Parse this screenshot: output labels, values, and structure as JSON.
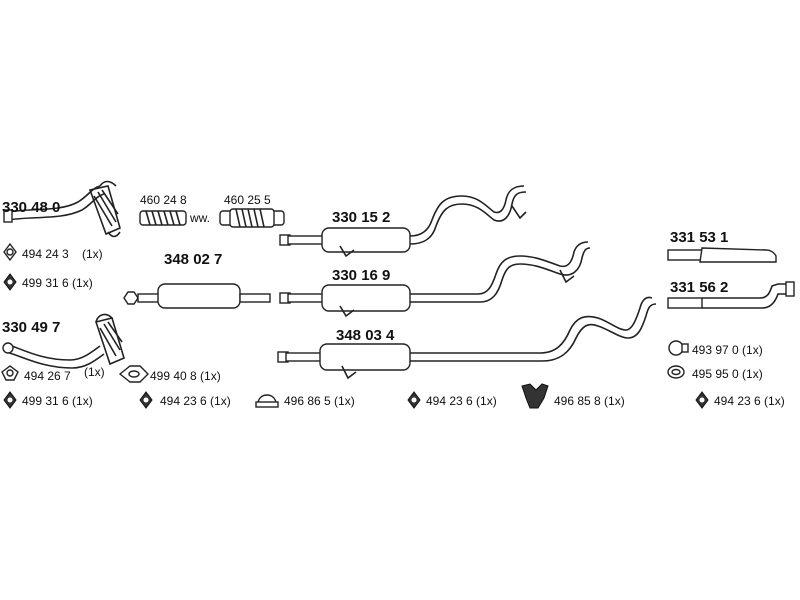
{
  "parts": {
    "p330480": "330 48 0",
    "p330497": "330 49 7",
    "p460248": "460 24 8",
    "p460255": "460 25 5",
    "ww": "ww.",
    "p348027": "348 02 7",
    "p330152": "330 15 2",
    "p330169": "330 16 9",
    "p348034": "348 03 4",
    "p331531": "331 53 1",
    "p331562": "331 56 2"
  },
  "accessories": {
    "a494243": "494 24 3",
    "a494243_qty": "(1x)",
    "a499316_top": "499 31 6 (1x)",
    "a494267": "494 26 7",
    "a494267_qty": "(1x)",
    "a499316_bottom": "499 31 6 (1x)",
    "a499408": "499 40 8 (1x)",
    "a494236_left": "494 23 6 (1x)",
    "a496865": "496 86 5 (1x)",
    "a494236_mid": "494 23 6 (1x)",
    "a496858": "496 85 8 (1x)",
    "a493970": "493 97 0 (1x)",
    "a495950": "495 95 0 (1x)",
    "a494236_right": "494 23 6 (1x)"
  },
  "icons": [
    "downpipe-icon",
    "flex-pipe-icon",
    "muffler-icon",
    "tailpipe-icon",
    "gasket-icon",
    "rubber-mount-icon",
    "clamp-icon",
    "bracket-icon",
    "flange-icon"
  ]
}
